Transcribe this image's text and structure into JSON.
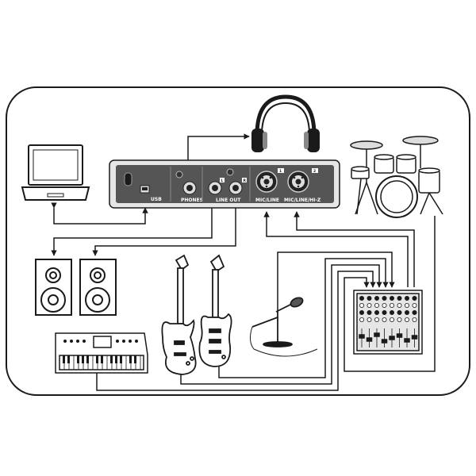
{
  "interface": {
    "port_labels": {
      "usb": "USB",
      "phones": "PHONES",
      "line_out": "LINE OUT",
      "mic_line": "MIC/LINE",
      "mic_line_hiz": "MIC/LINE/HI-Z"
    },
    "jack_markers": {
      "left": "L",
      "right": "R",
      "channel_1": "1",
      "channel_2": "2"
    }
  },
  "colors": {
    "line": "#1a1a1a",
    "panel_dark": "#555555",
    "panel_light": "#e6e6e6",
    "device_fill": "#ffffff"
  },
  "icons": [
    "laptop-icon",
    "audio-interface-icon",
    "headphones-icon",
    "drum-kit-icon",
    "studio-monitor-icon",
    "keyboard-synth-icon",
    "bass-guitar-icon",
    "electric-guitar-icon",
    "microphone-icon",
    "mixer-icon"
  ]
}
